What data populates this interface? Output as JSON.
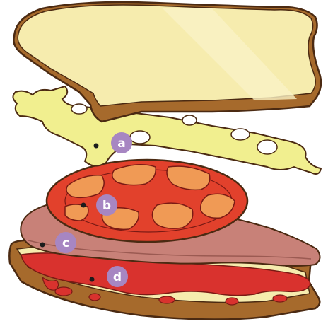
{
  "colors": {
    "bread_crust": "#a66a2c",
    "bread_face": "#f6ecae",
    "cheese": "#f1ef8f",
    "tomato_skin": "#e2412c",
    "tomato_flesh": "#f09a55",
    "ham": "#c88178",
    "sauce": "#d9322e",
    "marker_badge": "#a786c2",
    "marker_dot": "#1c1c1c"
  },
  "labels": {
    "a": "a",
    "b": "b",
    "c": "c",
    "d": "d"
  }
}
